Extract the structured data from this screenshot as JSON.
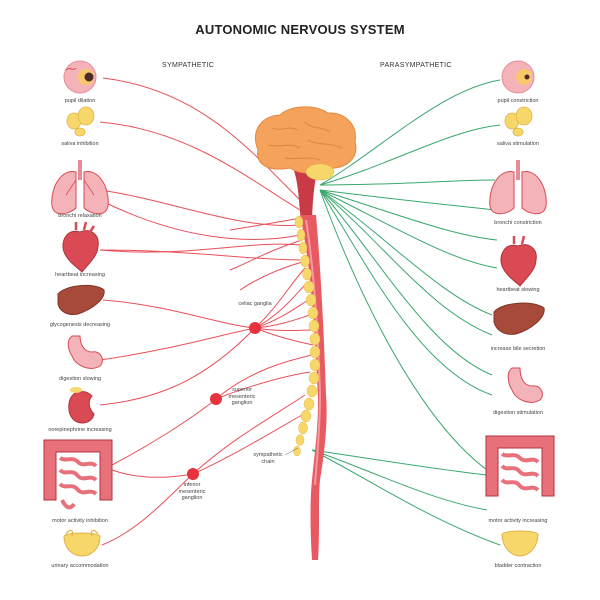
{
  "title": "AUTONOMIC NERVOUS SYSTEM",
  "sympathetic_label": "SYMPATHETIC",
  "parasympathetic_label": "PARASYMPATHETIC",
  "sympathetic_organs": [
    {
      "label": "pupil dilation"
    },
    {
      "label": "saliva inhibition"
    },
    {
      "label": "bronchi relaxation"
    },
    {
      "label": "heartbeat increasing"
    },
    {
      "label": "glycogenesis decreasing"
    },
    {
      "label": "digestion slowing"
    },
    {
      "label": "norepinephrine increasing"
    },
    {
      "label": "motor activity inhibition"
    },
    {
      "label": "urinary accommodation"
    }
  ],
  "parasympathetic_organs": [
    {
      "label": "pupil constriction"
    },
    {
      "label": "saliva stimulation"
    },
    {
      "label": "bronchi constriction"
    },
    {
      "label": "heartbeat slowing"
    },
    {
      "label": "increase bile secretion"
    },
    {
      "label": "digestion stimulation"
    },
    {
      "label": "motor activity increasing"
    },
    {
      "label": "bladder contraction"
    }
  ],
  "ganglia": {
    "celiac": "celiac ganglia",
    "superior": "superior mesenteric ganglion",
    "inferior": "inferior mesenteric ganglion",
    "chain": "sympathetic chain"
  },
  "colors": {
    "sympathetic_nerve": "#e8505a",
    "parasympathetic_nerve": "#3aa76d",
    "brain": "#f5a25a",
    "spine": "#e85a62",
    "vertebra": "#f7d76a",
    "organ_red": "#d94a54",
    "organ_pink": "#f4b3b8",
    "liver": "#a84a3a"
  }
}
